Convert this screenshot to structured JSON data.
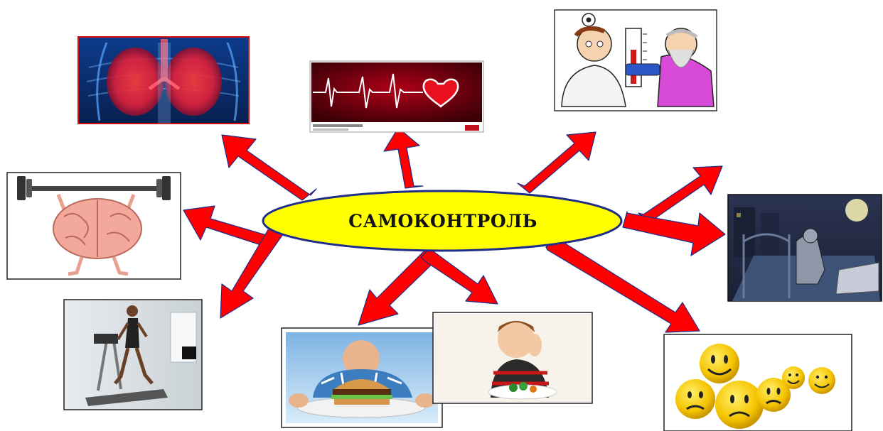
{
  "diagram": {
    "center_text": "САМОКОНТРОЛЬ",
    "center_fill": "#ffff00",
    "center_stroke": "#1f2d8a",
    "arrow_color": "#ff0000",
    "arrow_stroke": "#1f2d8a"
  },
  "images": [
    {
      "id": "lungs",
      "icon": "lungs-xray-icon"
    },
    {
      "id": "heartbeat",
      "icon": "heartbeat-ecg-icon"
    },
    {
      "id": "blood-pressure",
      "icon": "blood-pressure-measurement-icon"
    },
    {
      "id": "brain",
      "icon": "brain-lifting-barbell-icon"
    },
    {
      "id": "sleep",
      "icon": "insomnia-night-icon"
    },
    {
      "id": "treadmill",
      "icon": "treadmill-running-icon"
    },
    {
      "id": "overeating",
      "icon": "man-with-burger-icon"
    },
    {
      "id": "child-eating",
      "icon": "child-with-vegetables-icon"
    },
    {
      "id": "mood",
      "icon": "smiley-faces-mood-icon"
    }
  ]
}
